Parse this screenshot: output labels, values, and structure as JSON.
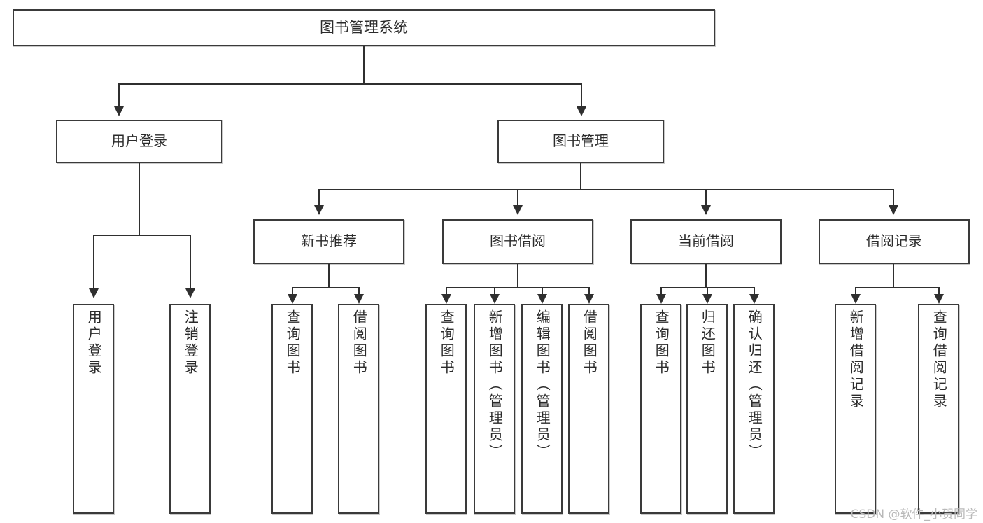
{
  "diagram": {
    "title": "图书管理系统",
    "type": "hierarchy-tree",
    "root": {
      "label": "图书管理系统"
    },
    "level2": [
      {
        "label": "用户登录"
      },
      {
        "label": "图书管理"
      }
    ],
    "level3": [
      {
        "label": "新书推荐"
      },
      {
        "label": "图书借阅"
      },
      {
        "label": "当前借阅"
      },
      {
        "label": "借阅记录"
      }
    ],
    "leaves": {
      "user_login": [
        {
          "label": "用户登录"
        },
        {
          "label": "注销登录"
        }
      ],
      "new_book_recommend": [
        {
          "label": "查询图书"
        },
        {
          "label": "借阅图书"
        }
      ],
      "book_borrow": [
        {
          "label": "查询图书"
        },
        {
          "label": "新增图书（管理员）"
        },
        {
          "label": "编辑图书（管理员）"
        },
        {
          "label": "借阅图书"
        }
      ],
      "current_borrow": [
        {
          "label": "查询图书"
        },
        {
          "label": "归还图书"
        },
        {
          "label": "确认归还（管理员）"
        }
      ],
      "borrow_record": [
        {
          "label": "新增借阅记录"
        },
        {
          "label": "查询借阅记录"
        }
      ]
    }
  },
  "watermark": {
    "text": "CSDN @软件_小贺同学"
  },
  "colors": {
    "box_border": "#3a3a3a",
    "line": "#2f2f2f",
    "text": "#2b2b2b",
    "background": "#ffffff",
    "watermark": "#b9b9b9"
  }
}
